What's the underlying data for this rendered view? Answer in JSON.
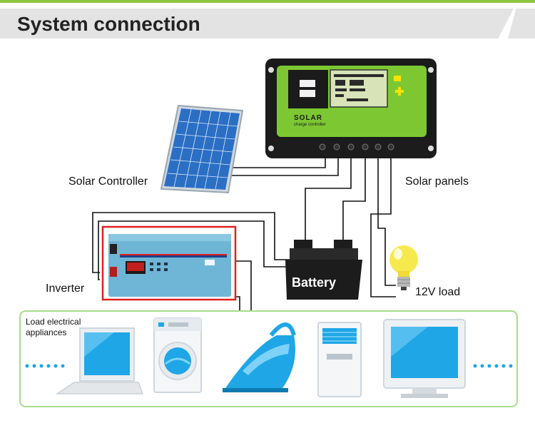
{
  "title": "System connection",
  "labels": {
    "solar_controller": "Solar Controller",
    "solar_panels": "Solar panels",
    "inverter": "Inverter",
    "battery": "Battery",
    "load": "12V load",
    "load_appliances": "Load electrical appliances"
  },
  "controller": {
    "brand": "SOLAR",
    "subtitle": "charge controller"
  },
  "colors": {
    "accent_green": "#8dc63f",
    "controller_green": "#7dc832",
    "inverter_blue": "#6fb6d6",
    "inverter_highlight": "#e02020",
    "appliance_blue": "#1fa6e6"
  },
  "appliances": [
    "laptop-icon",
    "washing-machine-icon",
    "iron-icon",
    "air-conditioner-icon",
    "monitor-icon"
  ]
}
